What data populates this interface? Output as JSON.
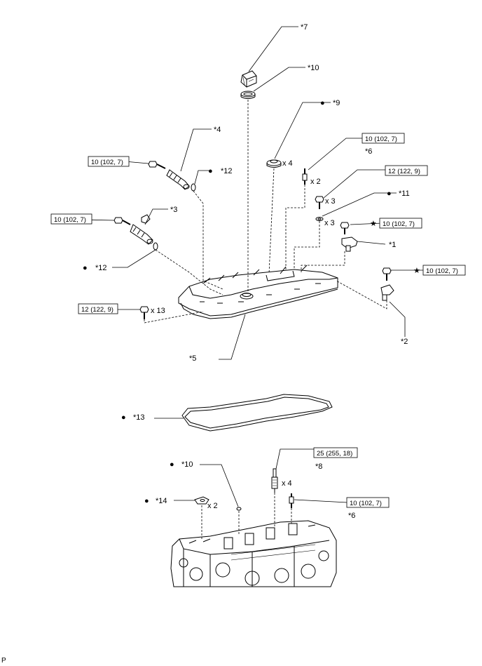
{
  "callouts": {
    "c1": "*1",
    "c2": "*2",
    "c3": "*3",
    "c4": "*4",
    "c5": "*5",
    "c6a": "*6",
    "c6b": "*6",
    "c7": "*7",
    "c8": "*8",
    "c9": "*9",
    "c10a": "*10",
    "c10b": "*10",
    "c11": "*11",
    "c12a": "*12",
    "c12b": "*12",
    "c13": "*13",
    "c14": "*14"
  },
  "torques": {
    "t_vvt_upper": "10 (102, 7)",
    "t_vvt_lower": "10 (102, 7)",
    "t_bolt_cover": "12 (122, 9)",
    "t_stud_upper": "10 (102, 7)",
    "t_bolt_x3": "12 (122, 9)",
    "t_sensor1": "10 (102, 7)",
    "t_sensor2": "10 (102, 7)",
    "t_plug": "25 (255, 18)",
    "t_stud_lower": "10 (102, 7)"
  },
  "quantities": {
    "q_x4_top": "x 4",
    "q_x2_stud": "x 2",
    "q_x3_bolt": "x 3",
    "q_x3_gasket": "x 3",
    "q_x13": "x 13",
    "q_x4_plug": "x 4",
    "q_x2_bottom": "x 2"
  },
  "symbols": {
    "dot": "●",
    "star": "★"
  },
  "page_code": "P"
}
